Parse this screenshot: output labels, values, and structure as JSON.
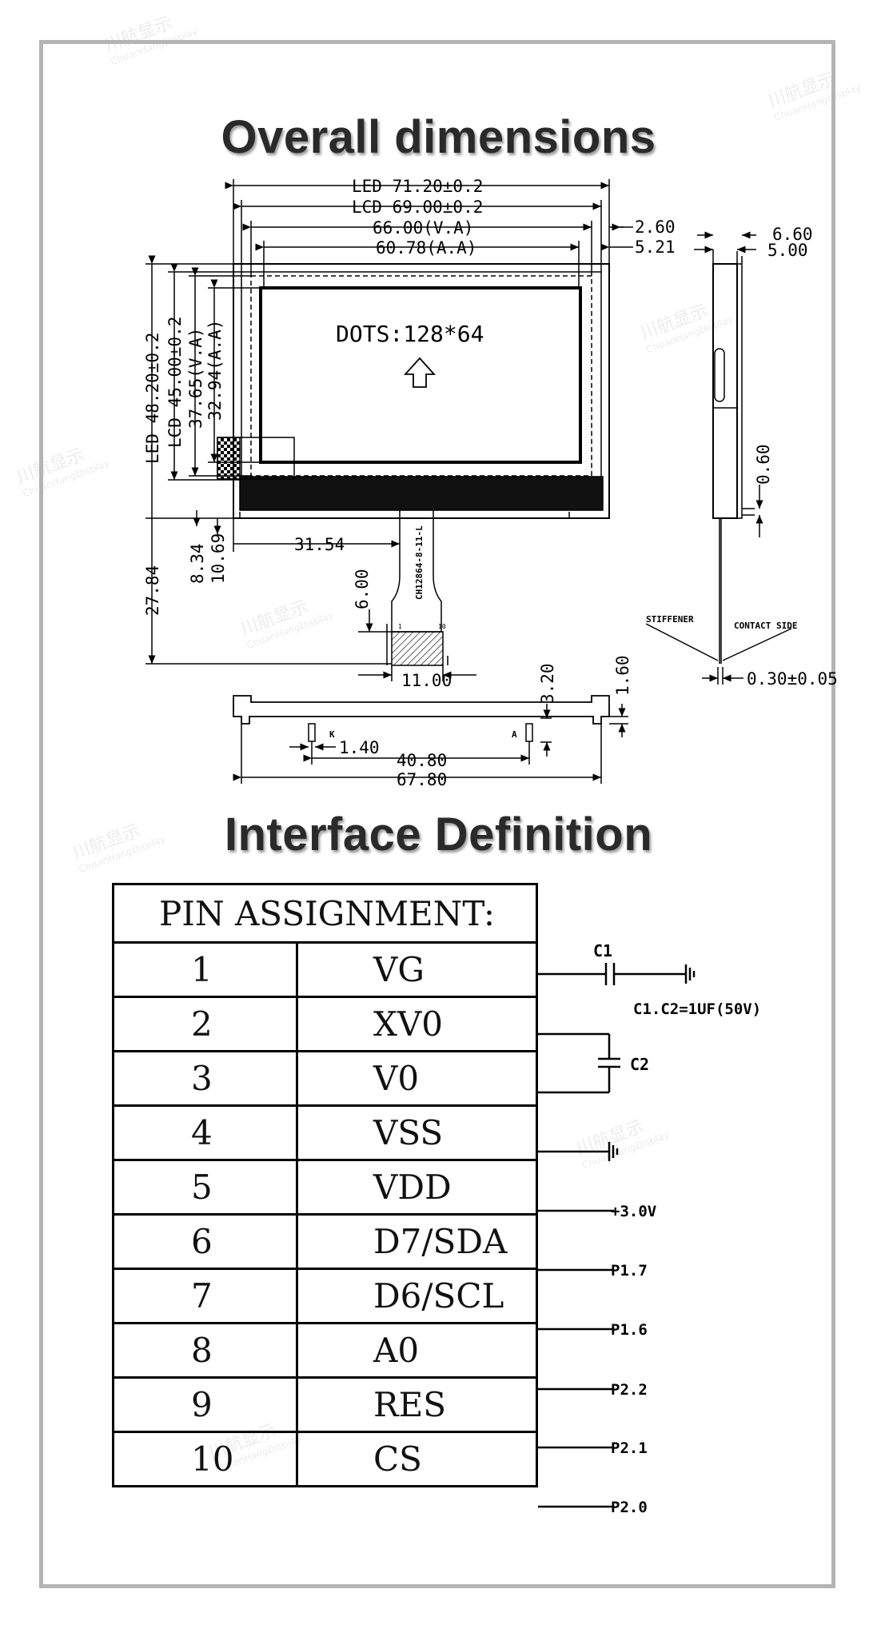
{
  "headings": {
    "dimensions": "Overall dimensions",
    "interface": "Interface Definition"
  },
  "watermark": {
    "cn": "川航显示",
    "en": "ChuanHangDisplay"
  },
  "drawing": {
    "led_width": "LED 71.20±0.2",
    "lcd_width": "LCD 69.00±0.2",
    "va_width": "66.00(V.A)",
    "aa_width": "60.78(A.A)",
    "dim_260": "2.60",
    "dim_521": "5.21",
    "dim_660": "6.60",
    "dim_500": "5.00",
    "led_height": "LED 48.20±0.2",
    "lcd_height": "LCD 45.00±0.2",
    "va_height": "37.65(V.A)",
    "aa_height": "32.94(A.A)",
    "dots": "DOTS:128*64",
    "dim_834": "8.34",
    "dim_1069": "10.69",
    "dim_3154": "31.54",
    "dim_2784": "27.84",
    "dim_600": "6.00",
    "fpc_part": "CH12864-8-11-L",
    "fpc_pin1": "1",
    "fpc_pin10": "10",
    "dim_1100": "11.00",
    "dim_320": "3.20",
    "dim_160": "1.60",
    "dim_060": "0.60",
    "stiffener": "STIFFENER",
    "contact_side": "CONTACT SIDE",
    "dim_030": "0.30±0.05",
    "label_k": "K",
    "label_a": "A",
    "dim_140": "1.40",
    "dim_4080": "40.80",
    "dim_6780": "67.80"
  },
  "pin_table": {
    "title": "PIN ASSIGNMENT:",
    "rows": [
      {
        "pin": "1",
        "signal": "VG"
      },
      {
        "pin": "2",
        "signal": "XV0"
      },
      {
        "pin": "3",
        "signal": "V0"
      },
      {
        "pin": "4",
        "signal": "VSS"
      },
      {
        "pin": "5",
        "signal": "VDD"
      },
      {
        "pin": "6",
        "signal": "D7/SDA"
      },
      {
        "pin": "7",
        "signal": "D6/SCL"
      },
      {
        "pin": "8",
        "signal": "A0"
      },
      {
        "pin": "9",
        "signal": "RES"
      },
      {
        "pin": "10",
        "signal": "CS"
      }
    ]
  },
  "circuit": {
    "c1": "C1",
    "c2": "C2",
    "cap_note": "C1.C2=1UF(50V)",
    "vdd": "+3.0V",
    "p17": "P1.7",
    "p16": "P1.6",
    "p22": "P2.2",
    "p21": "P2.1",
    "p20": "P2.0"
  }
}
